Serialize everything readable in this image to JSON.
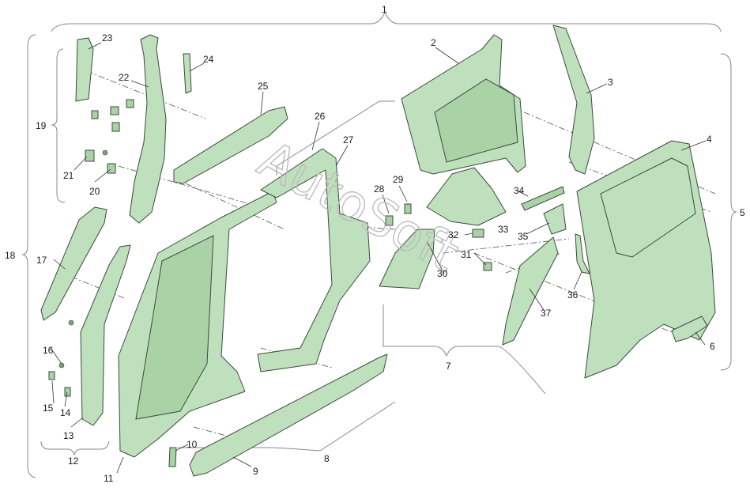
{
  "diagram": {
    "callouts": [
      "1",
      "2",
      "3",
      "4",
      "5",
      "6",
      "7",
      "8",
      "9",
      "10",
      "11",
      "12",
      "13",
      "14",
      "15",
      "16",
      "17",
      "18",
      "19",
      "20",
      "21",
      "22",
      "23",
      "24",
      "25",
      "26",
      "27",
      "28",
      "29",
      "30",
      "31",
      "32",
      "33",
      "34",
      "35",
      "36",
      "37"
    ],
    "watermark": "AutoSoft"
  }
}
